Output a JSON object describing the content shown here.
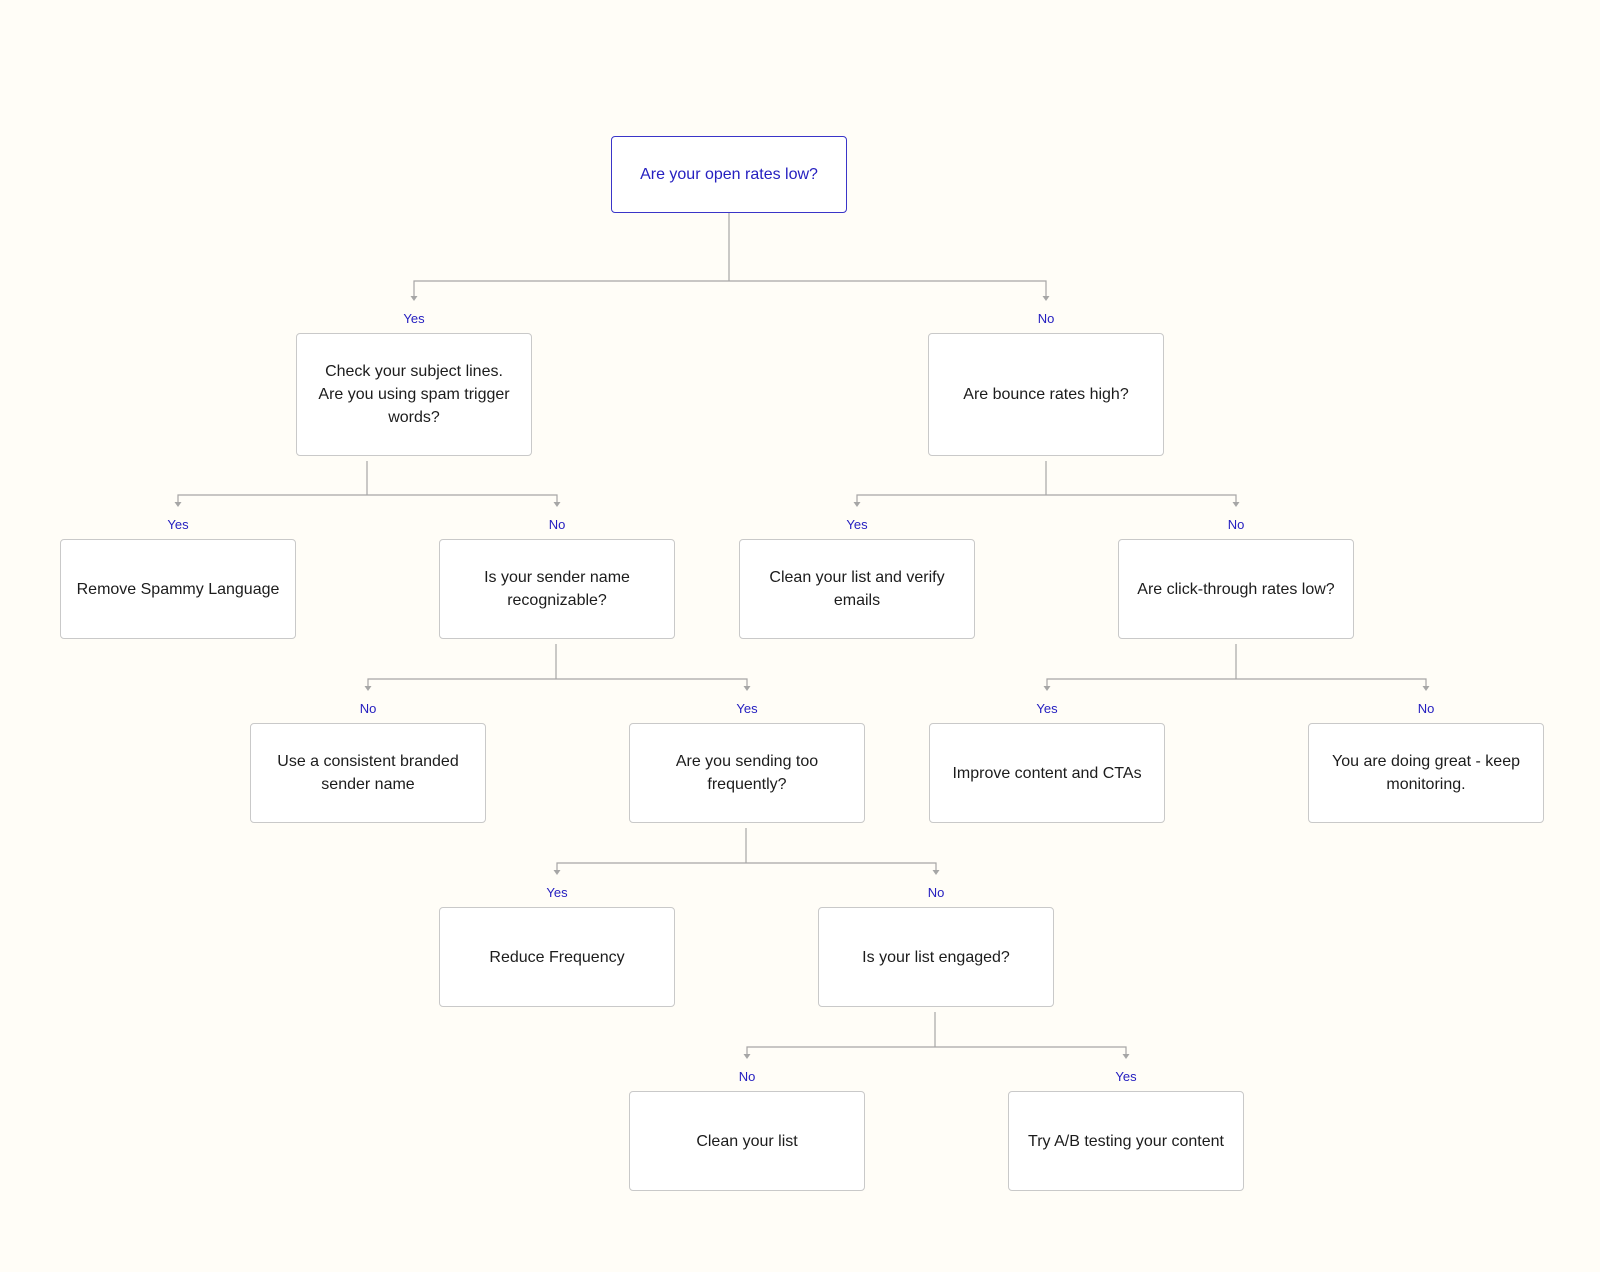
{
  "nodes": {
    "root": "Are your open rates low?",
    "subject": "Check your subject lines. Are you using spam trigger words?",
    "bounce": "Are bounce rates high?",
    "spammy": "Remove Spammy Language",
    "sender": "Is your sender name recognizable?",
    "clean_verify": "Clean your list and verify emails",
    "ctr": "Are click-through rates low?",
    "branded": "Use a consistent branded sender name",
    "frequency": "Are you sending too frequently?",
    "improve": "Improve content and CTAs",
    "great": "You are doing great - keep monitoring.",
    "reduce": "Reduce Frequency",
    "engaged": "Is your list engaged?",
    "clean_list": "Clean your list",
    "ab_test": "Try A/B testing your content"
  },
  "edges": [
    {
      "from": "root",
      "to": "subject",
      "label": "Yes"
    },
    {
      "from": "root",
      "to": "bounce",
      "label": "No"
    },
    {
      "from": "subject",
      "to": "spammy",
      "label": "Yes"
    },
    {
      "from": "subject",
      "to": "sender",
      "label": "No"
    },
    {
      "from": "bounce",
      "to": "clean_verify",
      "label": "Yes"
    },
    {
      "from": "bounce",
      "to": "ctr",
      "label": "No"
    },
    {
      "from": "sender",
      "to": "branded",
      "label": "No"
    },
    {
      "from": "sender",
      "to": "frequency",
      "label": "Yes"
    },
    {
      "from": "ctr",
      "to": "improve",
      "label": "Yes"
    },
    {
      "from": "ctr",
      "to": "great",
      "label": "No"
    },
    {
      "from": "frequency",
      "to": "reduce",
      "label": "Yes"
    },
    {
      "from": "frequency",
      "to": "engaged",
      "label": "No"
    },
    {
      "from": "engaged",
      "to": "clean_list",
      "label": "No"
    },
    {
      "from": "engaged",
      "to": "ab_test",
      "label": "Yes"
    }
  ],
  "colors": {
    "background": "#fffdf7",
    "node_border": "#c9c9c9",
    "root_border": "#3a35c8",
    "accent_text": "#2620c0",
    "connector": "#a6a6a6"
  }
}
